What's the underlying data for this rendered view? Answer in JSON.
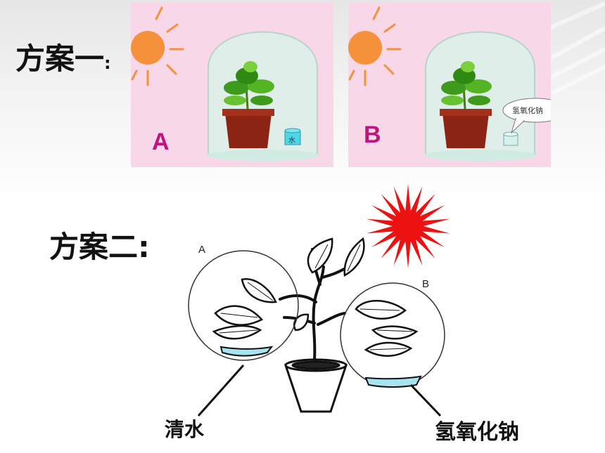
{
  "scheme1": {
    "title": "方案一",
    "colon": ":",
    "panel_a": {
      "label": "A",
      "cup_label": "水"
    },
    "panel_b": {
      "label": "B",
      "bubble_text": "氢氧化钠"
    }
  },
  "scheme2": {
    "title": "方案二",
    "colon": ":",
    "label_a": "A",
    "label_b": "B",
    "left_caption": "清水",
    "right_caption": "氢氧化钠"
  },
  "colors": {
    "panel_bg": "#f8d7e8",
    "sun": "#f5913a",
    "letter": "#c0147c",
    "starburst": "#ee1111",
    "water": "#a8e4f0"
  }
}
